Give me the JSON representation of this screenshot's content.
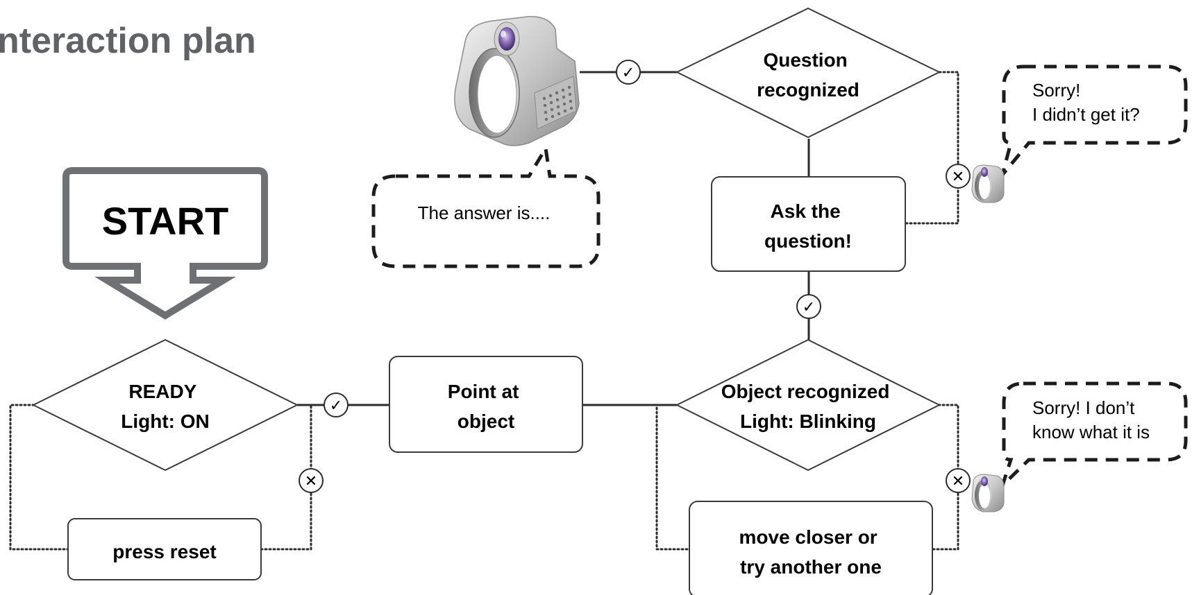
{
  "title": "nteraction plan",
  "start_label": "START",
  "nodes": {
    "ready": {
      "lines": [
        "READY",
        "Light:  ON"
      ]
    },
    "press_reset": {
      "lines": [
        "press reset"
      ]
    },
    "point_at_object": {
      "lines": [
        "Point at",
        "object"
      ]
    },
    "object_recognized": {
      "lines": [
        "Object recognized",
        "Light: Blinking"
      ]
    },
    "move_closer": {
      "lines": [
        "move closer or",
        "try another one"
      ]
    },
    "ask_question": {
      "lines": [
        "Ask the",
        "question!"
      ]
    },
    "question_recognized": {
      "lines": [
        "Question",
        "recognized"
      ]
    }
  },
  "bubbles": {
    "answer": {
      "lines": [
        "The answer is...."
      ]
    },
    "sorry_question": {
      "lines": [
        "Sorry!",
        "I didn’t get it?"
      ]
    },
    "sorry_object": {
      "lines": [
        "Sorry! I don’t",
        "know what it is"
      ]
    }
  },
  "markers": {
    "yes_symbol": "✓",
    "no_symbol": "✕"
  },
  "icons": [
    "ring-device-icon",
    "small-ring-icon"
  ],
  "colors": {
    "title": "#616265",
    "start_frame": "#6f7073",
    "lines": "#2b2b2b",
    "lens": "#7b5ea7"
  }
}
